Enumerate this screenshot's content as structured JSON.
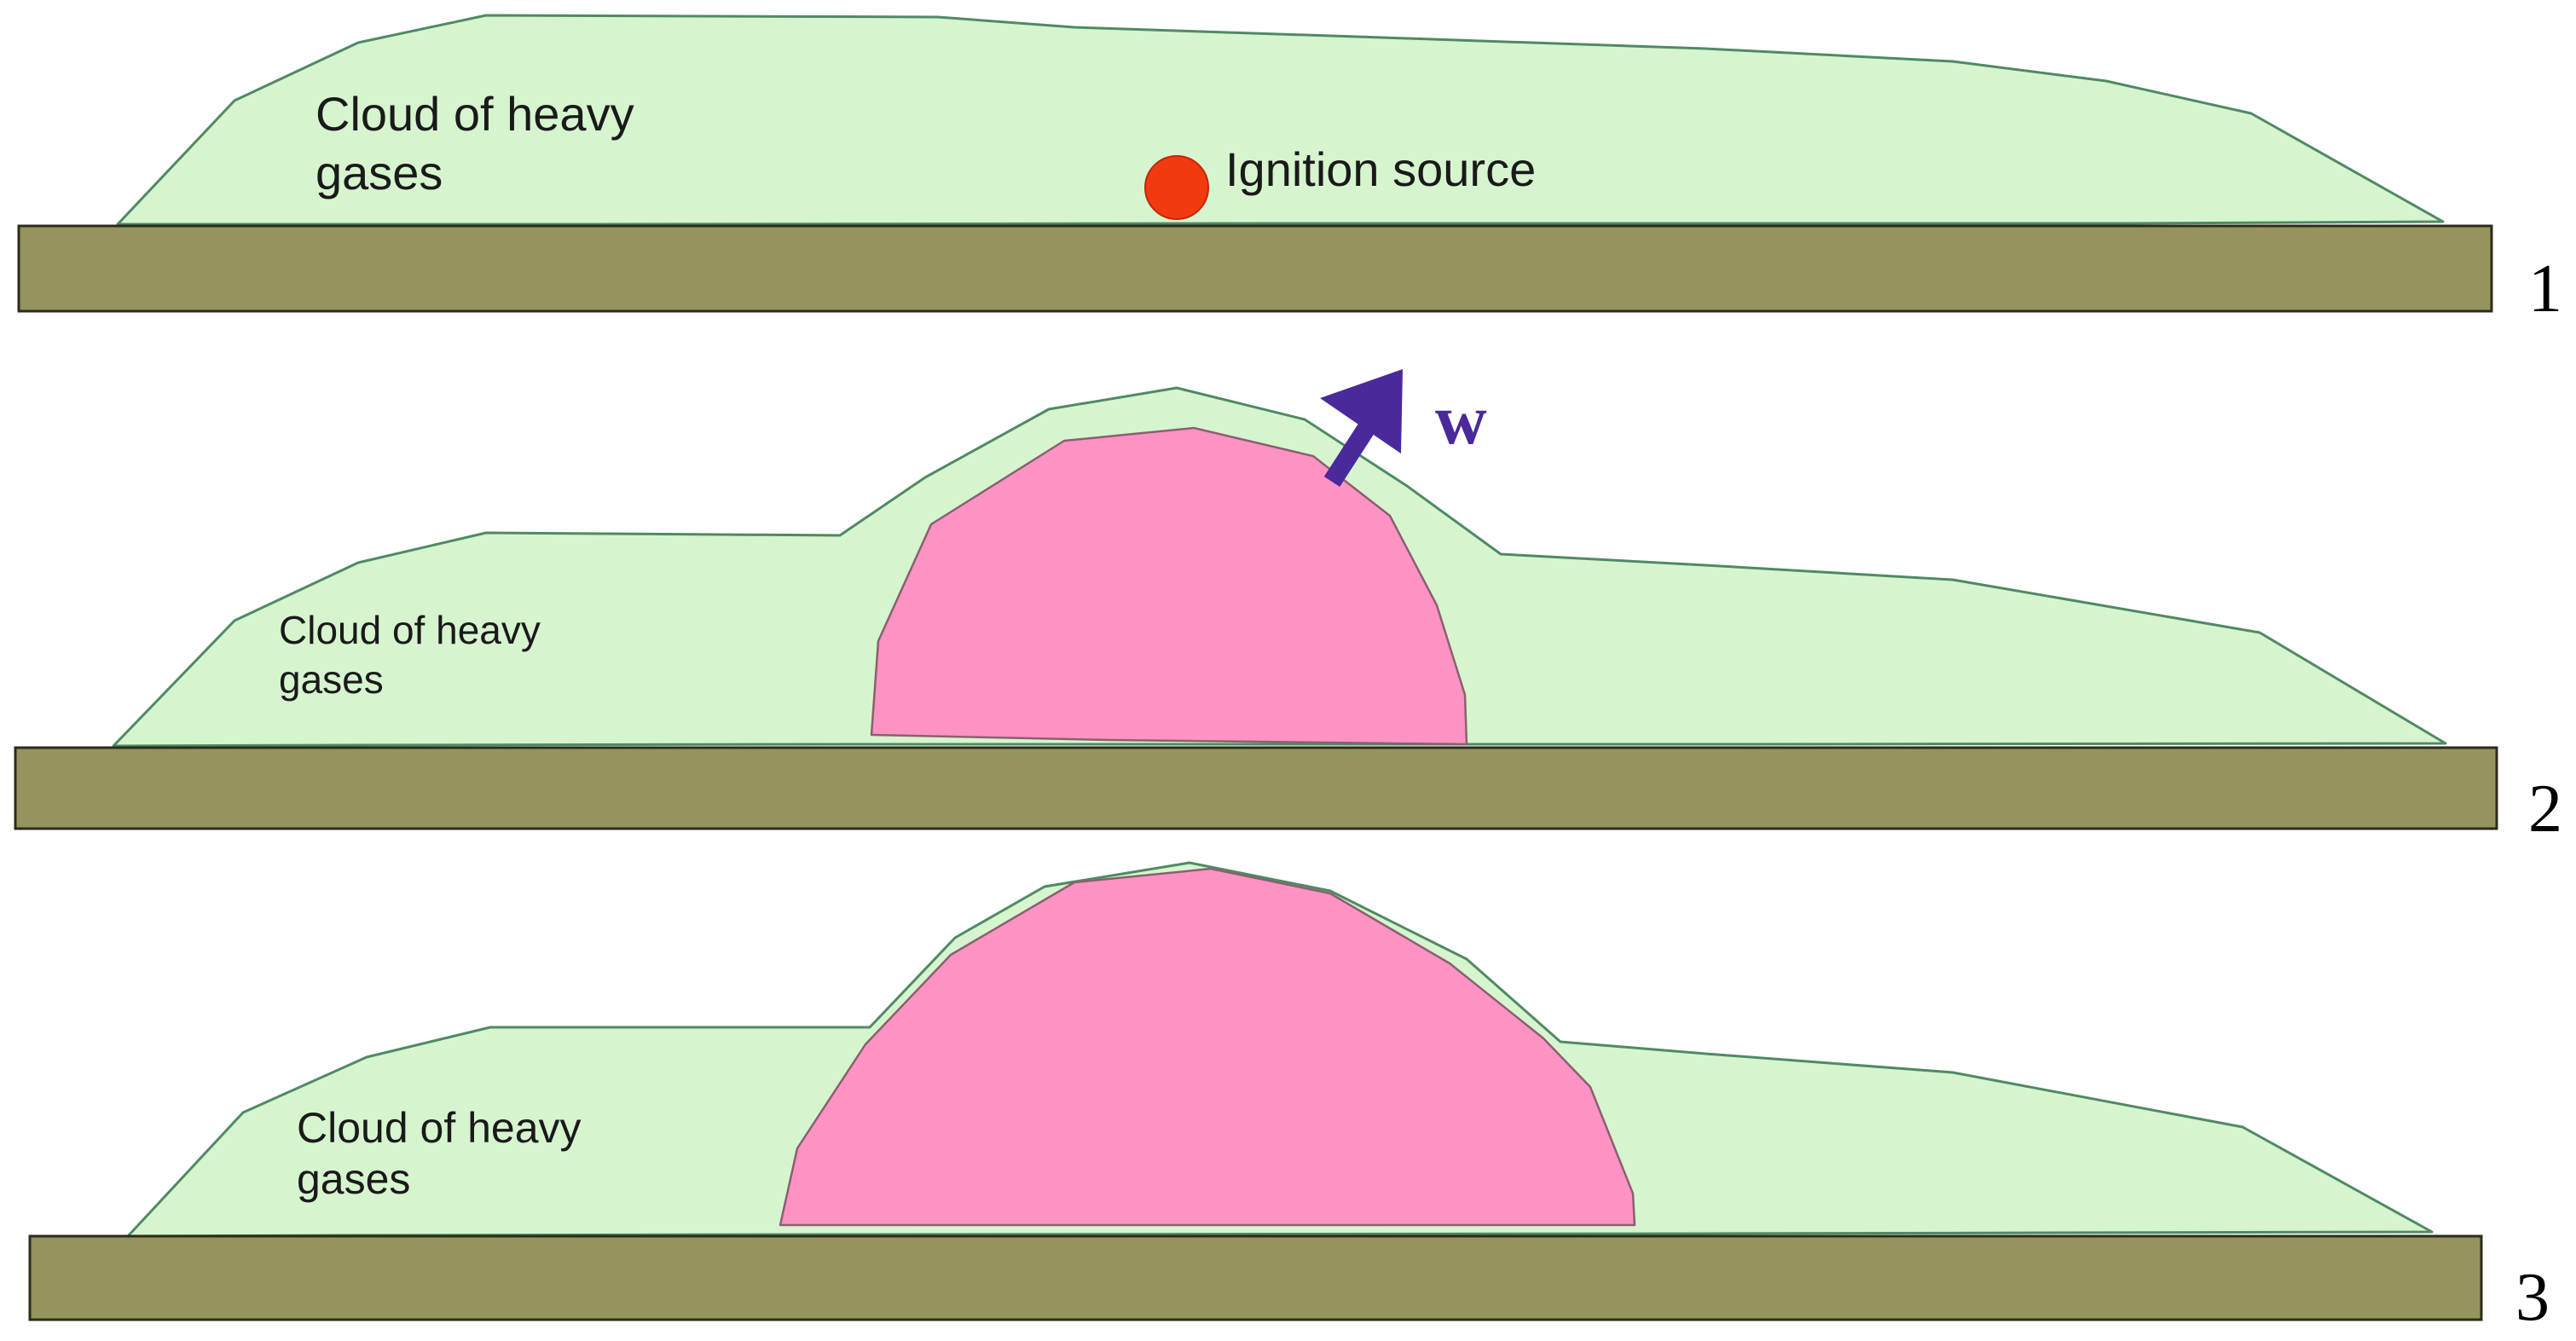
{
  "colors": {
    "cloud_fill": "#d6f5cf",
    "cloud_stroke": "#4f8a63",
    "fireball_fill": "#fd93c2",
    "fireball_stroke": "#8a6070",
    "ground_fill": "#95935e",
    "ground_stroke": "#2d2b1a",
    "ignition_fill": "#f23a10",
    "arrow_color": "#4a2a9b"
  },
  "panels": [
    {
      "number": "1",
      "cloud_label": [
        "Cloud of heavy",
        "gases"
      ],
      "ignition_label": "Ignition source"
    },
    {
      "number": "2",
      "cloud_label": [
        "Cloud of heavy",
        "gases"
      ],
      "velocity_label": "w"
    },
    {
      "number": "3",
      "cloud_label": [
        "Cloud of heavy",
        "gases"
      ]
    }
  ]
}
